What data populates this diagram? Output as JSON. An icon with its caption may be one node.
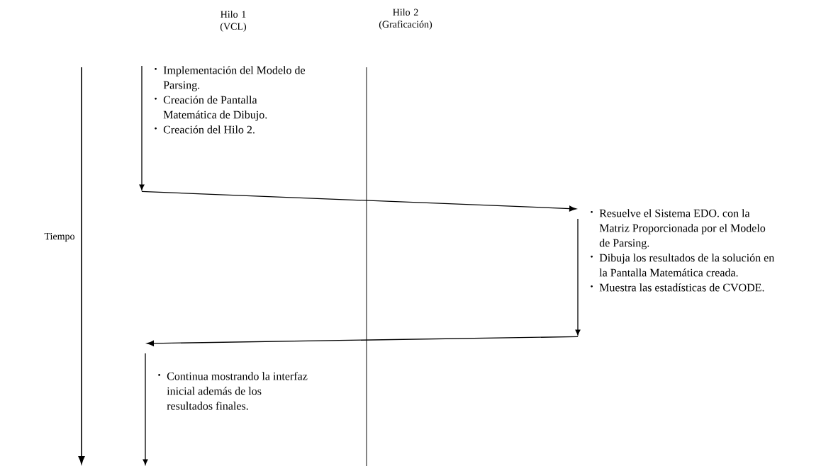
{
  "diagram": {
    "nodes": [
      {
        "text": [
          "Implementación del Modelo de Parsing.",
          "Creación de Pantalla Matemática de Dibujo.",
          "Creación del Hilo 2."
        ]
      },
      {
        "text": [
          "Resuelve el Sistema EDO. con la Matriz Proporcionada por el Modelo de Parsing.",
          "Dibuja los resultados de la solución en la Pantalla Matemática creada.",
          "Muestra las estadísticas de CVODE."
        ]
      },
      {
        "text": [
          "Continua mostrando la interfaz inicial además de los resultados finales."
        ]
      }
    ],
    "edges": [
      {
        "from": 0,
        "to": 1,
        "arrow": "to"
      },
      {
        "from": 1,
        "to": 2,
        "arrow": "to"
      }
    ],
    "labels": [
      "Hilo 1 (VCL)",
      "Hilo 2 (Graficación)",
      "Tiempo"
    ]
  }
}
